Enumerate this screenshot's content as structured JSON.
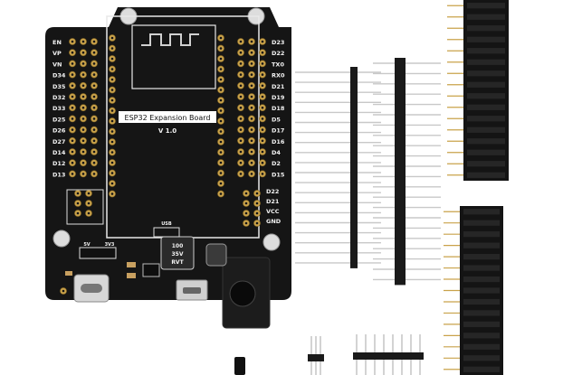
{
  "board": {
    "title": "ESP32 Expansion Board",
    "version": "V 1.0",
    "left_pins": [
      "EN",
      "VP",
      "VN",
      "D34",
      "D35",
      "D32",
      "D33",
      "D25",
      "D26",
      "D27",
      "D14",
      "D12",
      "D13"
    ],
    "right_pins": [
      "D23",
      "D22",
      "TX0",
      "RX0",
      "D21",
      "D19",
      "D18",
      "D5",
      "D17",
      "D16",
      "D4",
      "D2",
      "D15"
    ],
    "right_small_pins": [
      "D22",
      "D21",
      "VCC",
      "GND"
    ],
    "power_labels": [
      "5V",
      "3V3"
    ],
    "usb_label": "USB",
    "capacitor_lines": [
      "100",
      "35V",
      "RVT"
    ]
  },
  "colors": {
    "board": "#151515",
    "gold": "#c9a24a",
    "silkscreen": "#f2f2f2",
    "pin_metal": "#c8c8c8",
    "plastic": "#1a1a1a"
  }
}
